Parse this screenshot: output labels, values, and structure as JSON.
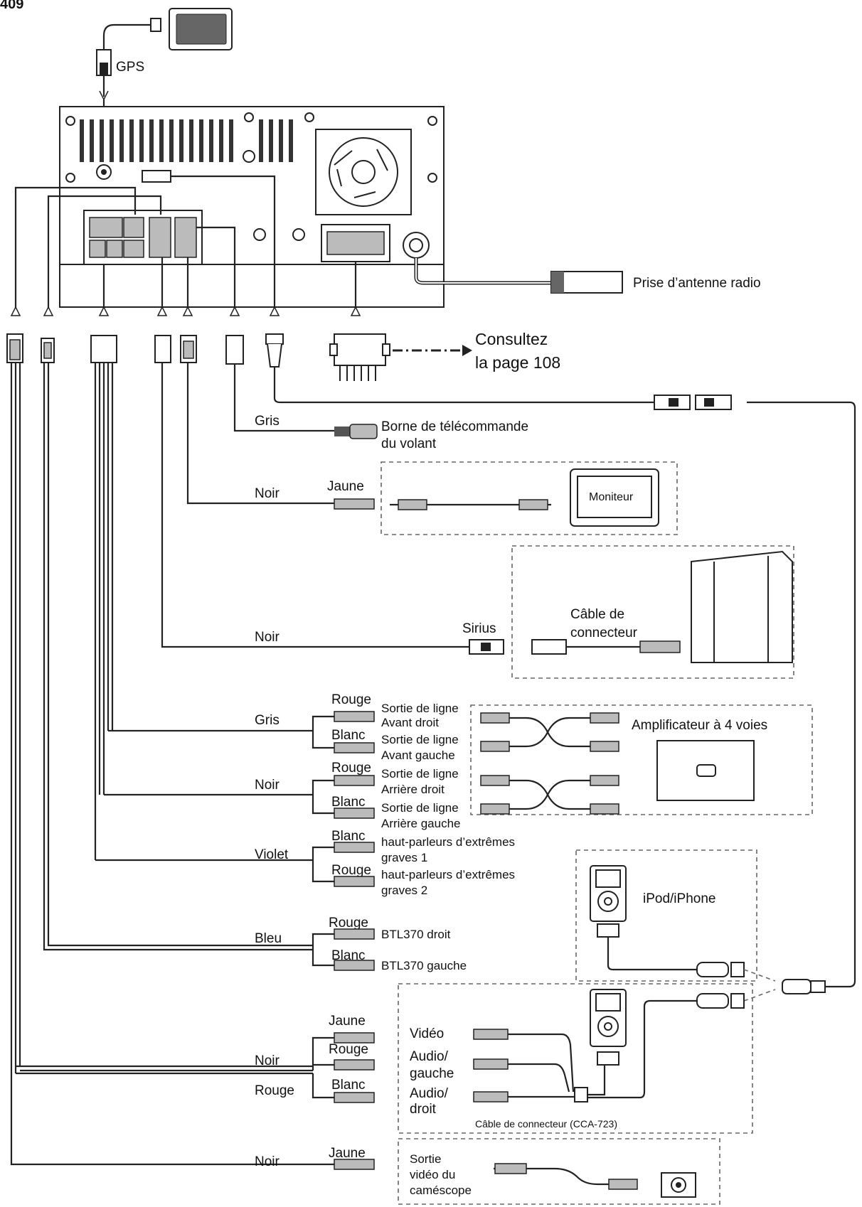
{
  "page_number": "409",
  "labels": {
    "gps": "GPS",
    "antenna": "Prise d’antenne radio",
    "consult_1": "Consultez",
    "consult_2": "la page 108",
    "gris_1": "Gris",
    "steering_1": "Borne de télécommande",
    "steering_2": "du volant",
    "noir_1": "Noir",
    "jaune_1": "Jaune",
    "monitor": "Moniteur",
    "noir_2": "Noir",
    "sirius": "Sirius",
    "cable_1": "Câble de",
    "cable_2": "connecteur",
    "rouge_1": "Rouge",
    "gris_2": "Gris",
    "blanc_1": "Blanc",
    "line_fr_1": "Sortie de ligne",
    "line_fr_2": "Avant droit",
    "line_fl_1": "Sortie de ligne",
    "line_fl_2": "Avant gauche",
    "rouge_2": "Rouge",
    "noir_3": "Noir",
    "blanc_2": "Blanc",
    "line_rr_1": "Sortie de ligne",
    "line_rr_2": "Arrière droit",
    "line_rl_1": "Sortie de ligne",
    "line_rl_2": "Arrière gauche",
    "amp": "Amplificateur à 4 voies",
    "blanc_3": "Blanc",
    "violet": "Violet",
    "rouge_3": "Rouge",
    "sub1_1": "haut-parleurs d’extrêmes",
    "sub1_2": "graves 1",
    "sub2_1": "haut-parleurs d’extrêmes",
    "sub2_2": "graves 2",
    "rouge_4": "Rouge",
    "bleu": "Bleu",
    "blanc_4": "Blanc",
    "btl_r": "BTL370 droit",
    "btl_l": "BTL370 gauche",
    "ipod": "iPod/iPhone",
    "jaune_2": "Jaune",
    "rouge_5": "Rouge",
    "noir_4": "Noir",
    "rouge_6": "Rouge",
    "blanc_5": "Blanc",
    "video": "Vidéo",
    "audio_l_1": "Audio/",
    "audio_l_2": "gauche",
    "audio_r_1": "Audio/",
    "audio_r_2": "droit",
    "cca": "Câble de connecteur (CCA-723)",
    "noir_5": "Noir",
    "jaune_3": "Jaune",
    "cam_1": "Sortie",
    "cam_2": "vidéo du",
    "cam_3": "caméscope"
  }
}
